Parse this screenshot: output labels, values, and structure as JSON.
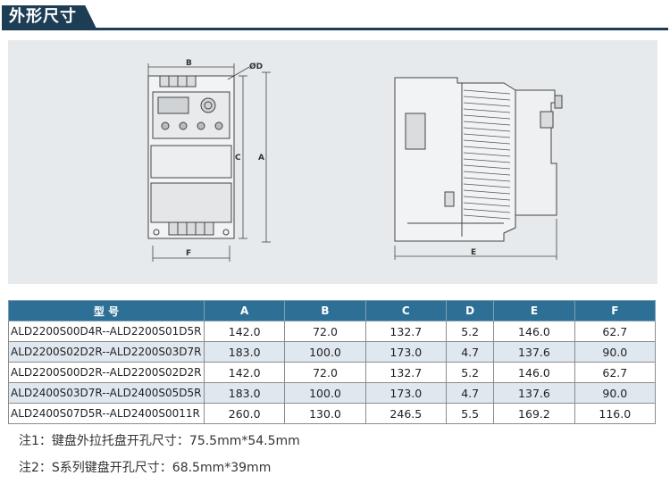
{
  "section": {
    "title": "外形尺寸"
  },
  "drawing": {
    "front_labels": {
      "b": "B",
      "d": "ØD",
      "c": "C",
      "a": "A",
      "f": "F"
    },
    "side_labels": {
      "e": "E"
    }
  },
  "table": {
    "headers": [
      "型    号",
      "A",
      "B",
      "C",
      "D",
      "E",
      "F"
    ],
    "rows": [
      [
        "ALD2200S00D4R--ALD2200S01D5R",
        "142.0",
        "72.0",
        "132.7",
        "5.2",
        "146.0",
        "62.7"
      ],
      [
        "ALD2200S02D2R--ALD2200S03D7R",
        "183.0",
        "100.0",
        "173.0",
        "4.7",
        "137.6",
        "90.0"
      ],
      [
        "ALD2200S00D2R--ALD2200S02D2R",
        "142.0",
        "72.0",
        "132.7",
        "5.2",
        "146.0",
        "62.7"
      ],
      [
        "ALD2400S03D7R--ALD2400S05D5R",
        "183.0",
        "100.0",
        "173.0",
        "4.7",
        "137.6",
        "90.0"
      ],
      [
        "ALD2400S07D5R--ALD2400S0011R",
        "260.0",
        "130.0",
        "246.5",
        "5.5",
        "169.2",
        "116.0"
      ]
    ]
  },
  "notes": [
    "注1：键盘外拉托盘开孔尺寸：75.5mm*54.5mm",
    "注2：S系列键盘开孔尺寸：68.5mm*39mm"
  ]
}
